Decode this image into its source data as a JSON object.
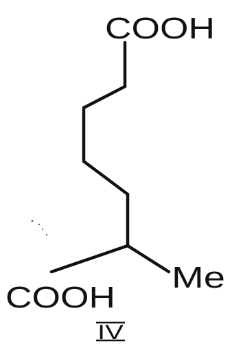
{
  "structure": {
    "top_group": "COOH",
    "bottom_group": "COOH",
    "substituent": "Me",
    "compound_label": "IV"
  },
  "colors": {
    "ink": "#111111",
    "background": "#ffffff"
  }
}
